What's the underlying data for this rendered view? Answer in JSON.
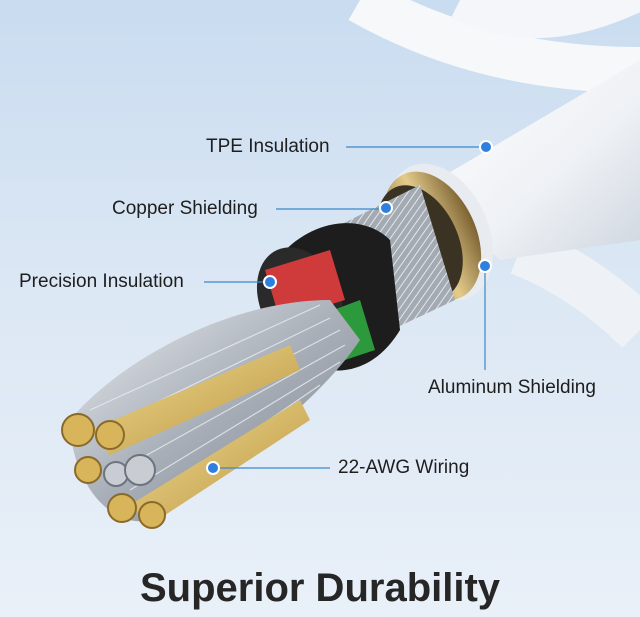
{
  "title": "Superior Durability",
  "callouts": {
    "tpe": "TPE Insulation",
    "copper": "Copper Shielding",
    "precision": "Precision Insulation",
    "aluminum": "Aluminum Shielding",
    "wiring": "22-AWG Wiring"
  },
  "colors": {
    "background": "#d6e4f2",
    "cable_jacket": "#f2f4f7",
    "gold_ring": "#b59a5e",
    "inner_jacket": "#1f1f1f",
    "red_wire": "#d23a3a",
    "green_wire": "#2a9a3a",
    "strand_silver": "#b7bcc4",
    "strand_gold": "#d9b85a",
    "marker_dot": "#2f7fe0"
  }
}
